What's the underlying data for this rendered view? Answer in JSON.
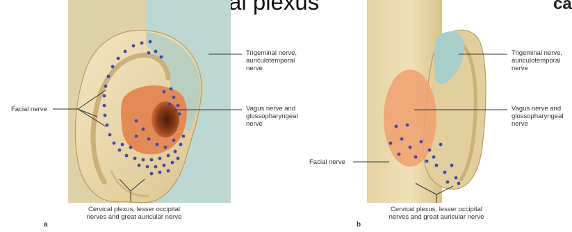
{
  "title_fragment": "cervical plexus",
  "corner_fragment": "ca",
  "panel_a": {
    "letter": "a",
    "label_trigeminal": [
      "Trigeminal nerve,",
      "auriculotemporal",
      "nerve"
    ],
    "label_vagus": [
      "Vagus nerve and",
      "glossopharyngeal",
      "nerve"
    ],
    "label_facial": "Facial nerve",
    "label_cervical": [
      "Cervical plexus, lesser occipital",
      "nerves and great auricular nerve"
    ]
  },
  "panel_b": {
    "letter": "b",
    "label_trigeminal": [
      "Trigeminal nerve,",
      "auriculotemporal",
      "nerve"
    ],
    "label_vagus": [
      "Vagus nerve and",
      "glossopharyngeal",
      "nerve"
    ],
    "label_facial": "Facial nerve",
    "label_cervical": [
      "Cervical plexus, lesser occipital",
      "nerves and great auricular nerve"
    ]
  },
  "colors": {
    "skin": "#efdcae",
    "beige_zone": "#ded2a6",
    "trigeminal_zone": "#a9cdc9",
    "vagus_zone": "#e48a56",
    "facial_dots": "#3f4aa8",
    "leader_line": "#333333"
  }
}
